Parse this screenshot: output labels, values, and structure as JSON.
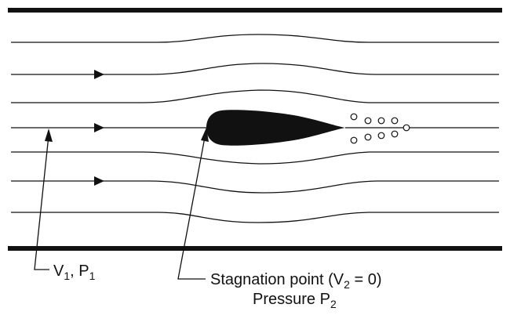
{
  "diagram": {
    "label_inlet": {
      "v": "V",
      "v_sub": "1",
      "sep": ", ",
      "p": "P",
      "p_sub": "1"
    },
    "label_stagnation": {
      "prefix": "Stagnation point (V",
      "sub": "2",
      "suffix": " = 0)"
    },
    "label_pressure": {
      "prefix": "Pressure P",
      "sub": "2"
    },
    "colors": {
      "ink": "#111111",
      "background": "#ffffff"
    }
  }
}
